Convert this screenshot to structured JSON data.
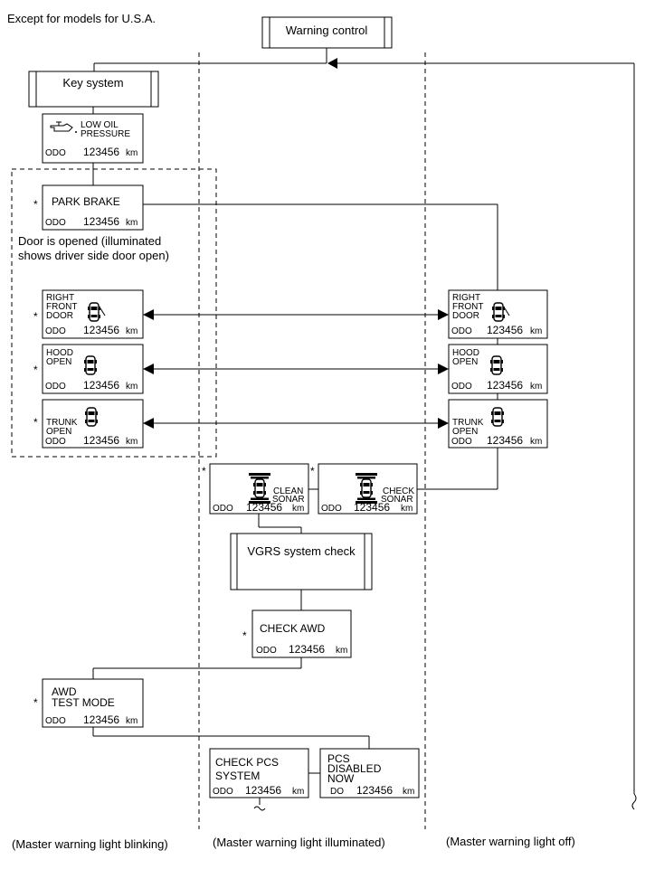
{
  "note": "Except for models for U.S.A.",
  "warning_control": "Warning control",
  "key_system": "Key system",
  "odo": "ODO",
  "odo_value": "123456",
  "km": "km",
  "do_label": "DO",
  "asterisk": "*",
  "low_oil": [
    "LOW OIL",
    "PRESSURE"
  ],
  "park_brake": "PARK  BRAKE",
  "door_note": [
    "Door is opened (illuminated",
    "shows driver side door open)"
  ],
  "right_front_door": [
    "RIGHT",
    "FRONT",
    "DOOR"
  ],
  "hood_open": [
    "HOOD",
    "OPEN"
  ],
  "trunk_open": [
    "TRUNK",
    "OPEN"
  ],
  "clean_sonar": [
    "CLEAN",
    "SONAR"
  ],
  "check_sonar": [
    "CHECK",
    "SONAR"
  ],
  "vgrs": "VGRS system check",
  "check_awd": "CHECK  AWD",
  "awd_test_mode": [
    "AWD",
    "TEST  MODE"
  ],
  "check_pcs": [
    "CHECK PCS",
    "SYSTEM"
  ],
  "pcs_disabled": [
    "PCS",
    "DISABLED",
    "NOW"
  ],
  "footer": {
    "blinking": "(Master warning light blinking)",
    "illuminated": "(Master warning light illuminated)",
    "off": "(Master warning light off)"
  }
}
